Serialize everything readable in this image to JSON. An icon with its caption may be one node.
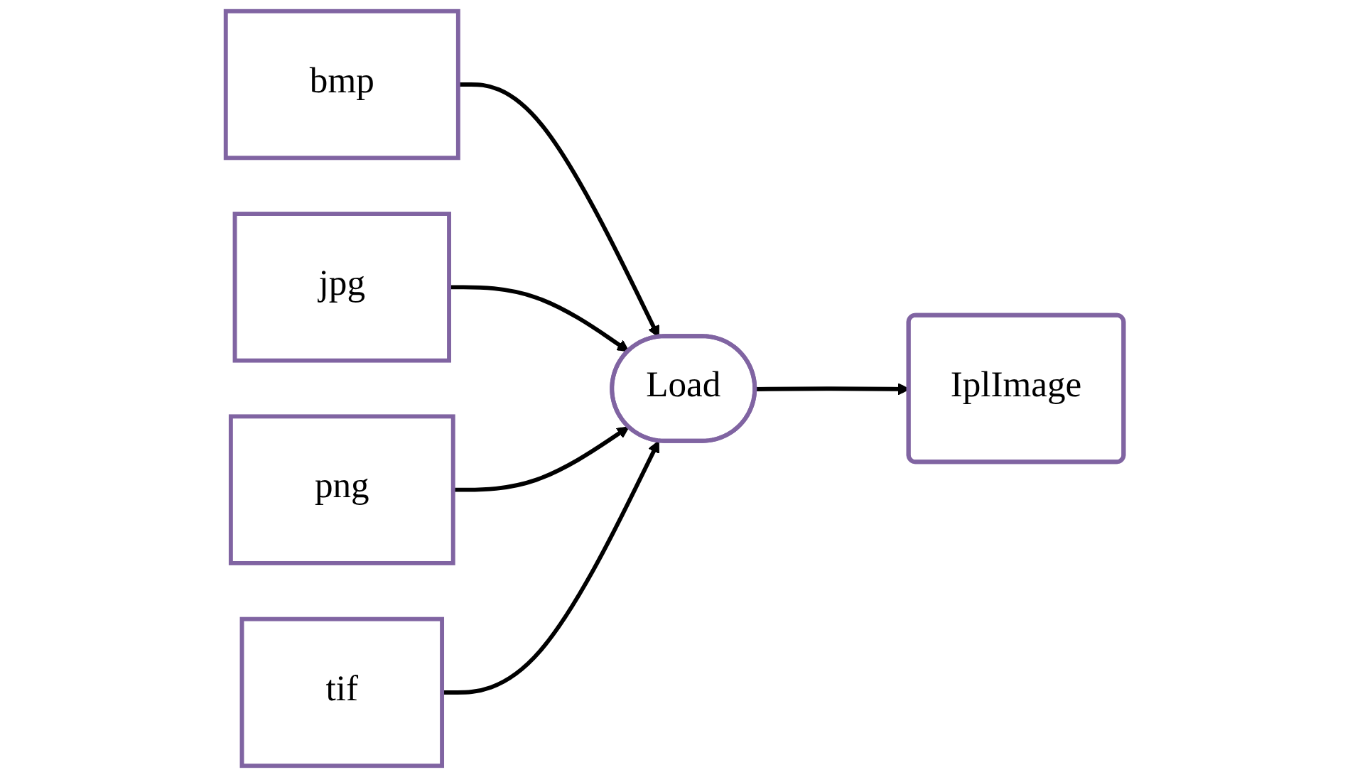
{
  "diagram": {
    "nodes": [
      {
        "text": [
          "bmp"
        ]
      },
      {
        "text": [
          "jpg"
        ]
      },
      {
        "text": [
          "png"
        ]
      },
      {
        "text": [
          "tif"
        ]
      },
      {
        "text": [
          "Load"
        ]
      },
      {
        "text": [
          "IplImage"
        ]
      }
    ],
    "edges": [
      {
        "from": 0,
        "to": 4,
        "arrow": "to"
      },
      {
        "from": 1,
        "to": 4,
        "arrow": "to"
      },
      {
        "from": 2,
        "to": 4,
        "arrow": "to"
      },
      {
        "from": 3,
        "to": 4,
        "arrow": "to"
      },
      {
        "from": 4,
        "to": 5,
        "arrow": "to"
      }
    ]
  }
}
